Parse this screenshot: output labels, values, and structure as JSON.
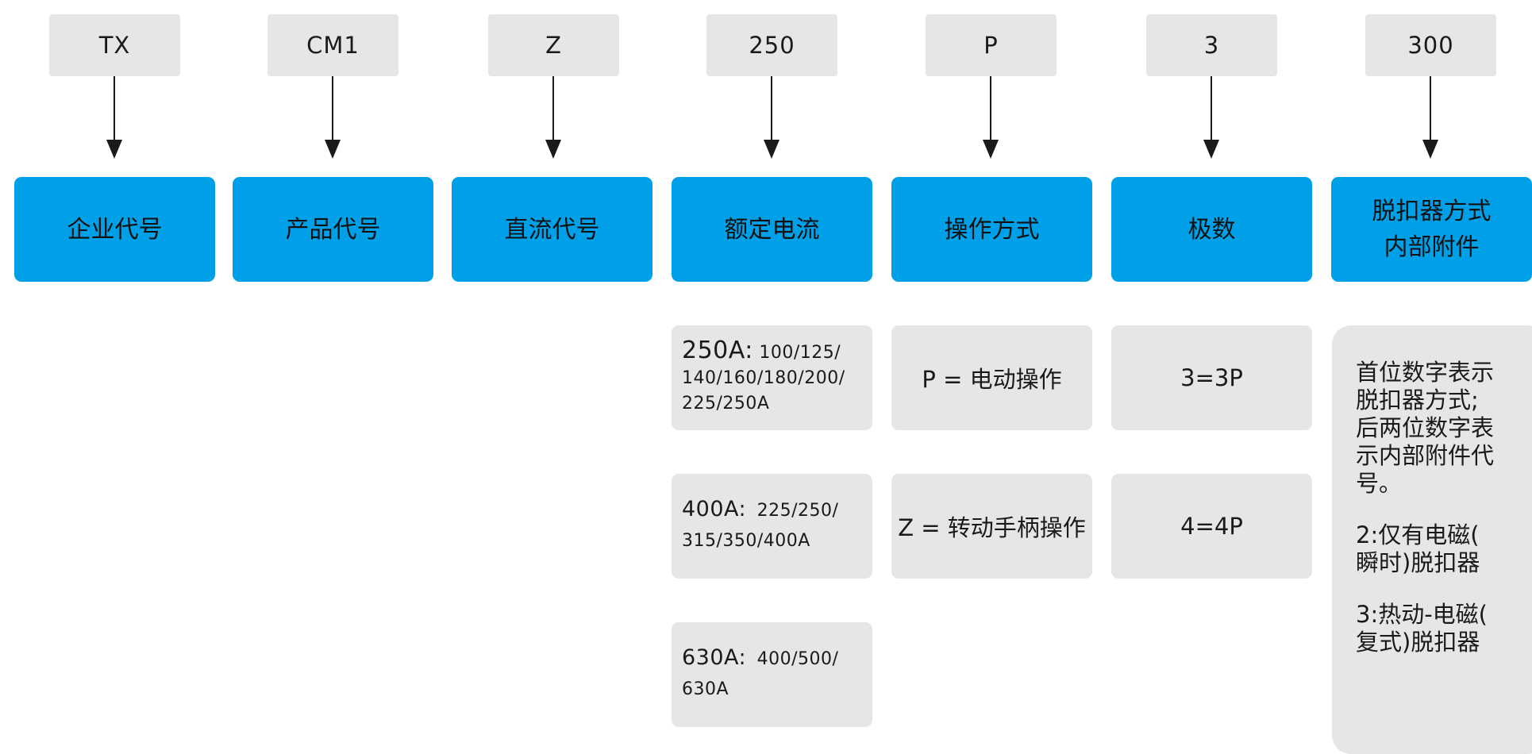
{
  "columns": [
    {
      "code": "TX",
      "label": "企业代号"
    },
    {
      "code": "CM1",
      "label": "产品代号"
    },
    {
      "code": "Z",
      "label": "直流代号"
    },
    {
      "code": "250",
      "label": "额定电流"
    },
    {
      "code": "P",
      "label": "操作方式"
    },
    {
      "code": "3",
      "label": "极数"
    },
    {
      "code": "300",
      "label": "脱扣器方式\n内部附件"
    }
  ],
  "rated_current_options": [
    {
      "frame": "250A",
      "separator": ":",
      "values_line1": "100/125/",
      "values_rest": "140/160/180/200/\n225/250A"
    },
    {
      "frame": "400A",
      "separator": ":",
      "values_line1": "225/250/",
      "values_rest": "315/350/400A"
    },
    {
      "frame": "630A",
      "separator": ":",
      "values_line1": "400/500/",
      "values_rest": "630A"
    }
  ],
  "operation_options": [
    "P = 电动操作",
    "Z = 转动手柄操作"
  ],
  "pole_options": [
    "3=3P",
    "4=4P"
  ],
  "release_notes": [
    "首位数字表示\n脱扣器方式;\n后两位数字表\n示内部附件代\n号。",
    "2:仅有电磁(\n瞬时)脱扣器",
    "3:热动-电磁(\n复式)脱扣器"
  ],
  "colors": {
    "label_bg": "#00a0e9",
    "code_bg": "#e6e6e6",
    "arrow": "#1a1a1a"
  }
}
